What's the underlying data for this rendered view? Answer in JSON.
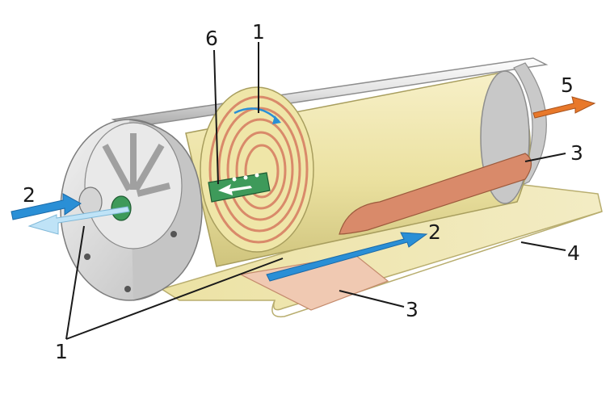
{
  "labels": {
    "n1_top": "1",
    "n1_bottom": "1",
    "n2_left": "2",
    "n2_right": "2",
    "n3_top": "3",
    "n3_bottom": "3",
    "n4": "4",
    "n5": "5",
    "n6": "6"
  },
  "colors": {
    "membrane_cream": "#efe6a8",
    "membrane_shadow": "#d9cf86",
    "spacer_copper": "#d98a6a",
    "spacer_light": "#f0c9b2",
    "housing_gray": "#d7d7d7",
    "housing_dark": "#9a9a9a",
    "feed_arrow": "#2a8fd6",
    "concentrate_arrow": "#bfe3f7",
    "permeate_arrow": "#e8782a",
    "permeate_tube": "#3e9a5a"
  }
}
